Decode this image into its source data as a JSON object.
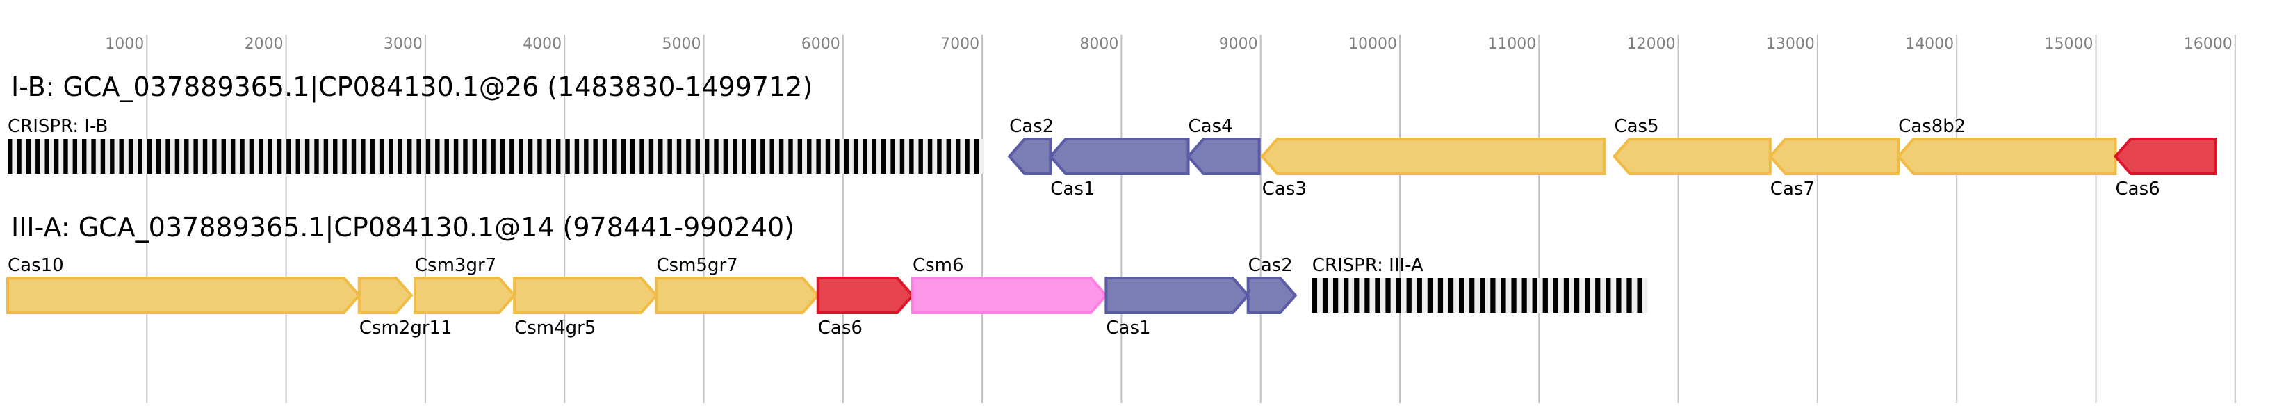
{
  "axis": {
    "unit": "bp",
    "domain": [
      0,
      16000
    ],
    "ticks": [
      1000,
      2000,
      3000,
      4000,
      5000,
      6000,
      7000,
      8000,
      9000,
      10000,
      11000,
      12000,
      13000,
      14000,
      15000,
      16000
    ],
    "tick_labels": [
      "1000",
      "2000",
      "3000",
      "4000",
      "5000",
      "6000",
      "7000",
      "8000",
      "9000",
      "10000",
      "11000",
      "12000",
      "13000",
      "14000",
      "15000",
      "16000"
    ],
    "gridlines": true
  },
  "colors": {
    "yellow_fill": "#f1cd74",
    "yellow_stroke": "#f0bc46",
    "purple_fill": "#7b7db5",
    "purple_stroke": "#5a5ca6",
    "red_fill": "#e5444f",
    "red_stroke": "#dc1628",
    "pink_fill": "#fe96e9",
    "pink_stroke": "#ff80e4",
    "crispr_dark": "#000000",
    "crispr_light": "#eeeeee",
    "tick_text": "#808080",
    "grid": "#c0c0c0"
  },
  "tracks": [
    {
      "title": "I-B: GCA_037889365.1|CP084130.1@26 (1483830-1499712)",
      "features": [
        {
          "type": "crispr",
          "label": "CRISPR: I-B",
          "start": 0,
          "end": 7010,
          "label_pos": "above",
          "repeats": 105
        },
        {
          "type": "gene",
          "label": "Cas2",
          "start": 7195,
          "end": 7490,
          "strand": "-",
          "color": "purple",
          "label_pos": "above"
        },
        {
          "type": "gene",
          "label": "Cas1",
          "start": 7490,
          "end": 8480,
          "strand": "-",
          "color": "purple",
          "label_pos": "below"
        },
        {
          "type": "gene",
          "label": "Cas4",
          "start": 8480,
          "end": 8990,
          "strand": "-",
          "color": "purple",
          "label_pos": "above"
        },
        {
          "type": "gene",
          "label": "Cas3",
          "start": 9010,
          "end": 11470,
          "strand": "-",
          "color": "yellow",
          "label_pos": "below"
        },
        {
          "type": "gene",
          "label": "Cas5",
          "start": 11540,
          "end": 12660,
          "strand": "-",
          "color": "yellow",
          "label_pos": "above"
        },
        {
          "type": "gene",
          "label": "Cas7",
          "start": 12660,
          "end": 13580,
          "strand": "-",
          "color": "yellow",
          "label_pos": "below"
        },
        {
          "type": "gene",
          "label": "Cas8b2",
          "start": 13580,
          "end": 15140,
          "strand": "-",
          "color": "yellow",
          "label_pos": "above"
        },
        {
          "type": "gene",
          "label": "Cas6",
          "start": 15140,
          "end": 15860,
          "strand": "-",
          "color": "red",
          "label_pos": "below"
        }
      ]
    },
    {
      "title": "III-A: GCA_037889365.1|CP084130.1@14 (978441-990240)",
      "features": [
        {
          "type": "gene",
          "label": "Cas10",
          "start": 0,
          "end": 2525,
          "strand": "+",
          "color": "yellow",
          "label_pos": "above"
        },
        {
          "type": "gene",
          "label": "Csm2gr11",
          "start": 2525,
          "end": 2900,
          "strand": "+",
          "color": "yellow",
          "label_pos": "below"
        },
        {
          "type": "gene",
          "label": "Csm3gr7",
          "start": 2925,
          "end": 3640,
          "strand": "+",
          "color": "yellow",
          "label_pos": "above"
        },
        {
          "type": "gene",
          "label": "Csm4gr5",
          "start": 3640,
          "end": 4660,
          "strand": "+",
          "color": "yellow",
          "label_pos": "below"
        },
        {
          "type": "gene",
          "label": "Csm5gr7",
          "start": 4660,
          "end": 5820,
          "strand": "+",
          "color": "yellow",
          "label_pos": "above"
        },
        {
          "type": "gene",
          "label": "Cas6",
          "start": 5820,
          "end": 6500,
          "strand": "+",
          "color": "red",
          "label_pos": "below"
        },
        {
          "type": "gene",
          "label": "Csm6",
          "start": 6500,
          "end": 7890,
          "strand": "+",
          "color": "pink",
          "label_pos": "above"
        },
        {
          "type": "gene",
          "label": "Cas1",
          "start": 7890,
          "end": 8910,
          "strand": "+",
          "color": "purple",
          "label_pos": "below"
        },
        {
          "type": "gene",
          "label": "Cas2",
          "start": 8910,
          "end": 9250,
          "strand": "+",
          "color": "purple",
          "label_pos": "above"
        },
        {
          "type": "crispr",
          "label": "CRISPR: III-A",
          "start": 9370,
          "end": 11780,
          "label_pos": "above",
          "repeats": 32
        }
      ]
    }
  ]
}
